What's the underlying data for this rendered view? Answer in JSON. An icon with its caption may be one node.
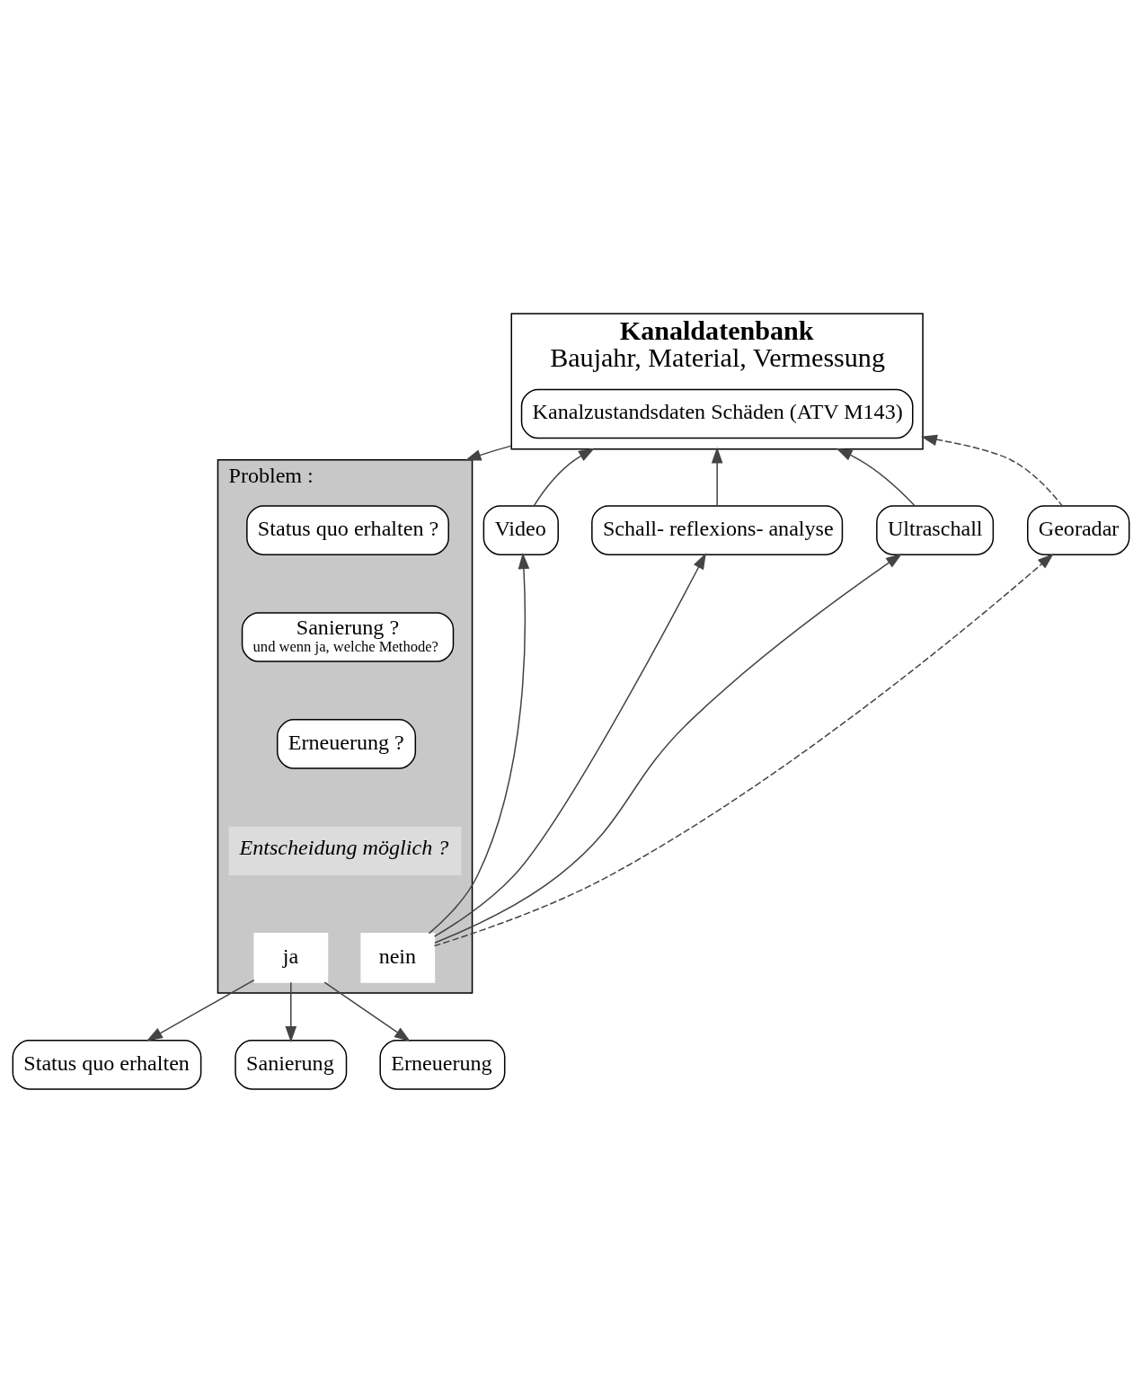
{
  "diagram": {
    "nodes": [
      {
        "text": [
          "Kanaldatenbank",
          "Baujahr, Material, Vermessung"
        ]
      },
      {
        "text": [
          "Kanalzustandsdaten Schäden (ATV M143)"
        ],
        "in": 0
      },
      {
        "text": [
          "Problem :",
          "Entscheidung möglich ?"
        ]
      },
      {
        "text": [
          "Status quo erhalten ?"
        ],
        "in": 2
      },
      {
        "text": [
          "Sanierung ?",
          "und wenn ja, welche Methode?"
        ],
        "in": 2
      },
      {
        "text": [
          "Erneuerung ?"
        ],
        "in": 2
      },
      {
        "text": [
          "ja"
        ],
        "in": 2
      },
      {
        "text": [
          "nein"
        ],
        "in": 2
      },
      {
        "text": [
          "Video"
        ]
      },
      {
        "text": [
          "Schall- reflexions- analyse"
        ]
      },
      {
        "text": [
          "Ultraschall"
        ]
      },
      {
        "text": [
          "Georadar"
        ]
      },
      {
        "text": [
          "Status quo erhalten"
        ]
      },
      {
        "text": [
          "Sanierung"
        ]
      },
      {
        "text": [
          "Erneuerung"
        ]
      }
    ],
    "edges": [
      {
        "from": 0,
        "to": 2,
        "arrow": "to"
      },
      {
        "from": 7,
        "to": 8,
        "arrow": "to"
      },
      {
        "from": 7,
        "to": 9,
        "arrow": "to"
      },
      {
        "from": 7,
        "to": 10,
        "arrow": "to"
      },
      {
        "from": 7,
        "to": 11,
        "arrow": "to",
        "style": "dashed"
      },
      {
        "from": 8,
        "to": 0,
        "arrow": "to"
      },
      {
        "from": 9,
        "to": 0,
        "arrow": "to"
      },
      {
        "from": 10,
        "to": 0,
        "arrow": "to"
      },
      {
        "from": 11,
        "to": 0,
        "arrow": "to",
        "style": "dashed"
      },
      {
        "from": 6,
        "to": 12,
        "arrow": "to"
      },
      {
        "from": 6,
        "to": 13,
        "arrow": "to"
      },
      {
        "from": 6,
        "to": 14,
        "arrow": "to"
      }
    ]
  }
}
